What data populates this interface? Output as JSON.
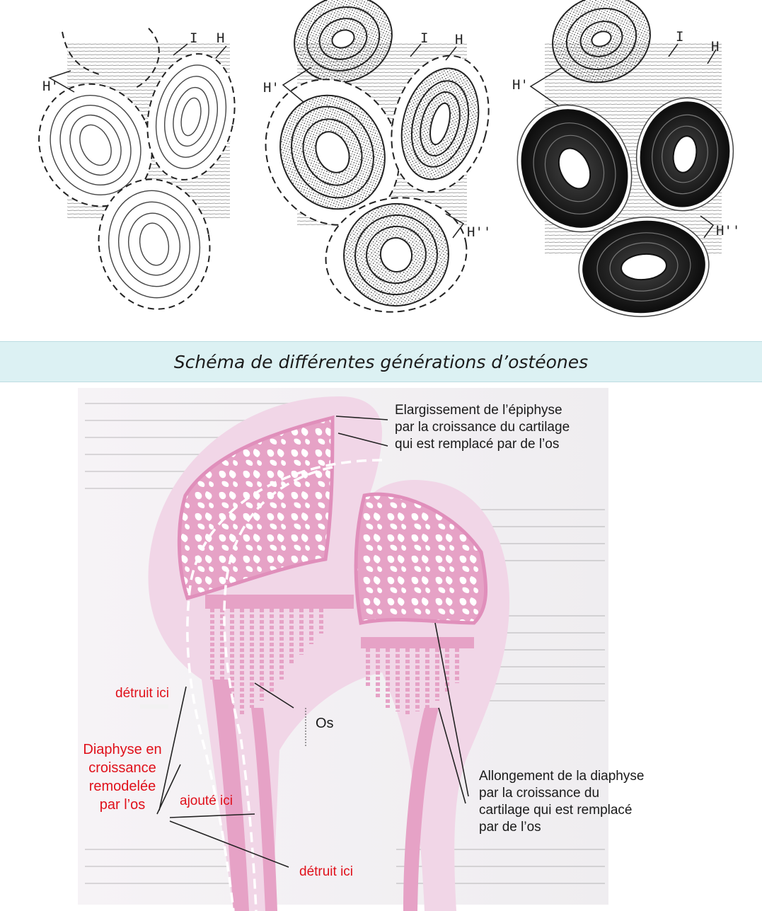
{
  "osteon_figure": {
    "labels": {
      "I": "I",
      "H": "H",
      "H_prime": "H'",
      "H_double_prime": "H''"
    }
  },
  "caption": "Schéma de différentes générations d’ostéones",
  "bone_figure": {
    "epiphysis_label": [
      "Elargissement de l’épiphyse",
      "par la croissance du cartilage",
      "qui est remplacé par de l’os"
    ],
    "os_label": "Os",
    "destroyed_top_label": "détruit ici",
    "diaphysis_growth_label": [
      "Diaphyse en",
      "croissance",
      "remodelée",
      "par l’os"
    ],
    "added_label": "ajouté ici",
    "destroyed_bottom_label": "détruit ici",
    "diaphysis_length_label": [
      "Allongement de la diaphyse",
      "par la croissance du",
      "cartilage qui est remplacé",
      "par de l’os"
    ]
  },
  "colors": {
    "bone_pink": "#e8a8c9",
    "bone_light": "#f1d6e7",
    "caption_bg": "#dcf1f3",
    "annotation_red": "#e0101a"
  }
}
